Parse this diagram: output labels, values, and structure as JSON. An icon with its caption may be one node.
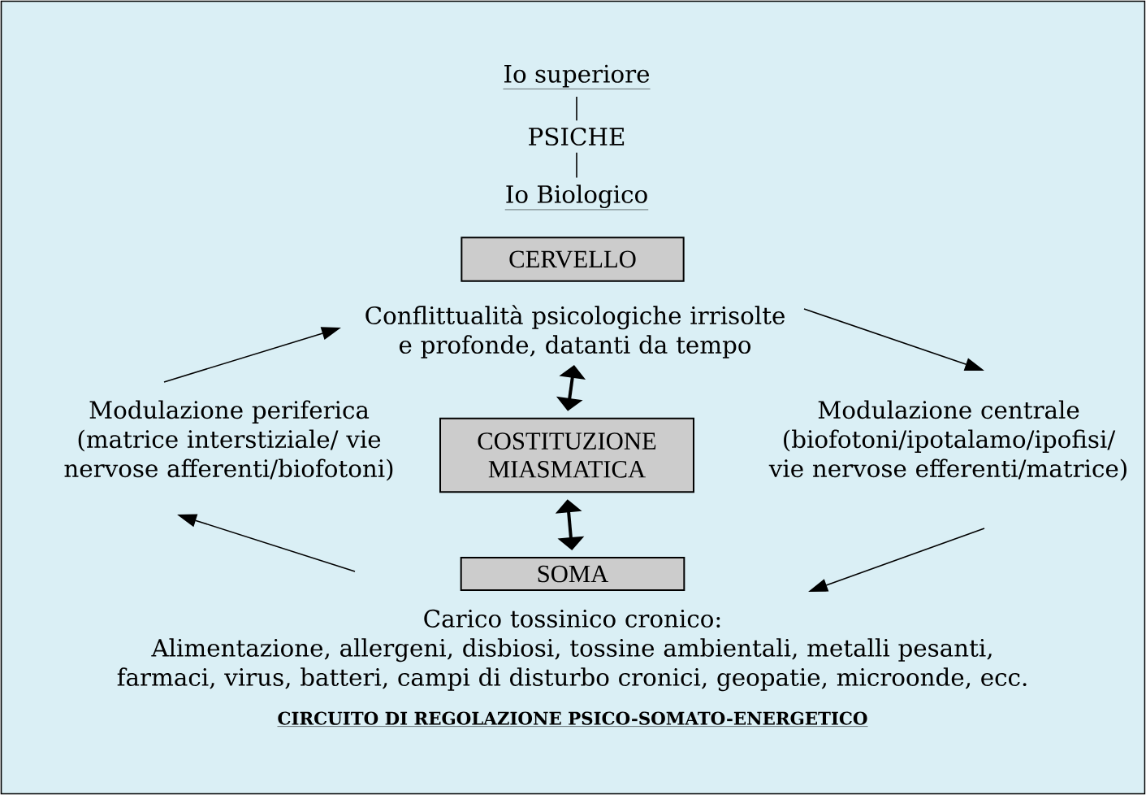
{
  "diagram": {
    "caption": "CIRCUITO DI REGOLAZIONE PSICO-SOMATO-ENERGETICO",
    "nodes": [
      {
        "text": [
          "Io superiore"
        ]
      },
      {
        "text": [
          "PSICHE"
        ]
      },
      {
        "text": [
          "Io Biologico"
        ]
      },
      {
        "text": [
          "CERVELLO"
        ]
      },
      {
        "text": [
          "Conflittualità psicologiche irrisolte e profonde, datanti da tempo"
        ]
      },
      {
        "text": [
          "Modulazione periferica (matrice interstiziale/ vie nervose afferenti/biofotoni)"
        ]
      },
      {
        "text": [
          "COSTITUZIONE MIASMATICA"
        ]
      },
      {
        "text": [
          "Modulazione centrale (biofotoni/ipotalamo/ipofisi/ vie nervose efferenti/matrice)"
        ]
      },
      {
        "text": [
          "SOMA"
        ]
      },
      {
        "text": [
          "Carico tossinico cronico:",
          "Alimentazione, allergeni, disbiosi, tossine ambientali, metalli pesanti, farmaci, virus, batteri, campi di disturbo cronici, geopatie, microonde, ecc."
        ]
      }
    ],
    "edges": [
      {
        "from": 0,
        "to": 1,
        "arrow": "none"
      },
      {
        "from": 1,
        "to": 2,
        "arrow": "none"
      },
      {
        "from": 5,
        "to": 4,
        "arrow": "to"
      },
      {
        "from": 4,
        "to": 7,
        "arrow": "to"
      },
      {
        "from": 4,
        "to": 6,
        "arrow": "both",
        "style": "thick"
      },
      {
        "from": 6,
        "to": 8,
        "arrow": "both",
        "style": "thick"
      },
      {
        "from": 7,
        "to": 9,
        "arrow": "to"
      },
      {
        "from": 9,
        "to": 5,
        "arrow": "to"
      }
    ]
  }
}
